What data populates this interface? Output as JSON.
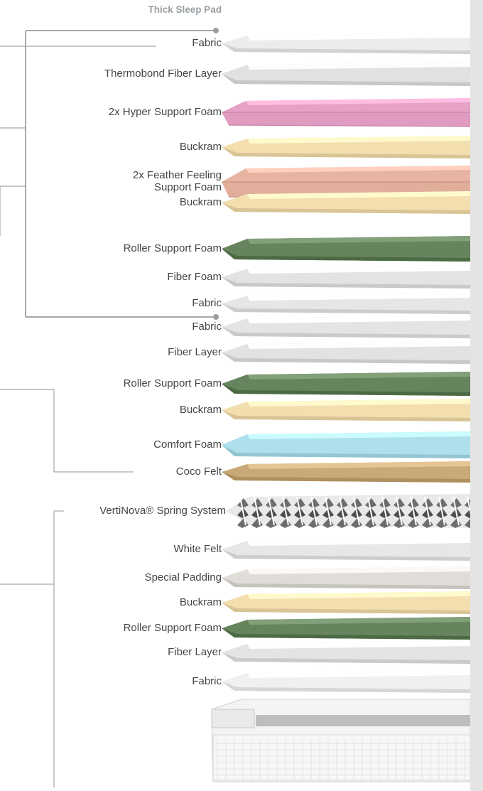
{
  "title": "Thick Sleep Pad",
  "layers": [
    {
      "label": "Fabric",
      "color": "#ececec",
      "kind": "slab"
    },
    {
      "label": "Thermobond Fiber Layer",
      "color": "#e1e1e1",
      "kind": "slab"
    },
    {
      "label": "2x Hyper Support Foam",
      "color": "#e6a1c6",
      "kind": "double"
    },
    {
      "label": "Buckram",
      "color": "#f3deb0",
      "kind": "slab"
    },
    {
      "label": "2x Feather Feeling\nSupport Foam",
      "color": "#e7b4a2",
      "kind": "double"
    },
    {
      "label": "Buckram",
      "color": "#f3deb0",
      "kind": "slab"
    },
    {
      "label": "Roller Support Foam",
      "color": "#66845d",
      "kind": "slab"
    },
    {
      "label": "Fiber Foam",
      "color": "#e3e3e3",
      "kind": "slab"
    },
    {
      "label": "Fabric",
      "color": "#e6e6e6",
      "kind": "slab"
    },
    {
      "label": "Fabric",
      "color": "#e4e4e4",
      "kind": "slab"
    },
    {
      "label": "Fiber Layer",
      "color": "#e2e2e2",
      "kind": "slab"
    },
    {
      "label": "Roller Support Foam",
      "color": "#66845d",
      "kind": "slab"
    },
    {
      "label": "Buckram",
      "color": "#f3deb0",
      "kind": "slab"
    },
    {
      "label": "Comfort Foam",
      "color": "#aee0ec",
      "kind": "slab"
    },
    {
      "label": "Coco Felt",
      "color": "#c9a978",
      "kind": "slab"
    },
    {
      "label": "VertiNova® Spring System",
      "color": "#5a5a5a",
      "kind": "springs"
    },
    {
      "label": "White Felt",
      "color": "#e7e7e7",
      "kind": "slab"
    },
    {
      "label": "Special Padding",
      "color": "#e0ddd8",
      "kind": "slab"
    },
    {
      "label": "Buckram",
      "color": "#f3deb0",
      "kind": "slab"
    },
    {
      "label": "Roller Support Foam",
      "color": "#66845d",
      "kind": "slab"
    },
    {
      "label": "Fiber Layer",
      "color": "#e4e4e4",
      "kind": "slab"
    },
    {
      "label": "Fabric",
      "color": "#f0f0f0",
      "kind": "slab"
    },
    {
      "label": "",
      "color": "#f2f2f2",
      "kind": "base"
    }
  ],
  "colors": {
    "connector": "#a8a8a8",
    "label_text": "#454545",
    "title_text": "#9aa0a4",
    "side_panel": "#e4e4e4"
  }
}
